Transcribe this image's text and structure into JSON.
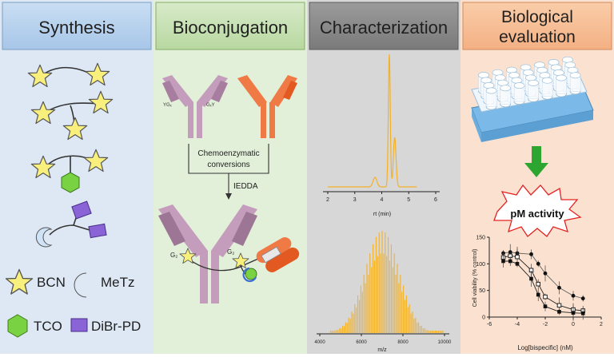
{
  "panels": {
    "synthesis": {
      "title": "Synthesis",
      "bg": "#dde8f4",
      "header_bg": "#b5d1ee"
    },
    "bioconjugation": {
      "title": "Bioconjugation",
      "bg": "#e2efd9",
      "header_bg": "#c8e0b4"
    },
    "characterization": {
      "title": "Characterization",
      "bg": "#d7d7d7",
      "header_bg": "#8a8a8a"
    },
    "evaluation": {
      "title_line1": "Biological",
      "title_line2": "evaluation",
      "bg": "#fbe1cf",
      "header_bg": "#f7be97"
    }
  },
  "legend": {
    "bcn": "BCN",
    "metz": "MeTz",
    "tco": "TCO",
    "dibr": "DiBr-PD"
  },
  "colors": {
    "star": "#f9ef7d",
    "hexagon": "#79d242",
    "purple": "#8a64d6",
    "antibody_purple": "#c39dbb",
    "antibody_orange": "#f07a45",
    "chromatogram": "#f3b128",
    "arrow_green": "#2ca531"
  },
  "bioconjugation": {
    "left_ab_label_left": "YGₓ",
    "left_ab_label_right": "GₓY",
    "box_line1": "Chemoenzymatic",
    "box_line2": "conversions",
    "reaction": "IEDDA",
    "glycan_left": "G₂",
    "glycan_right": "G₂"
  },
  "chromatogram": {
    "x_label": "rt (min)",
    "x_ticks": [
      "2",
      "3",
      "4",
      "5",
      "6"
    ]
  },
  "mass_spec": {
    "x_label": "m/z",
    "x_ticks": [
      "4000",
      "6000",
      "8000",
      "10000"
    ]
  },
  "evaluation": {
    "burst_label": "pM activity"
  },
  "chart_data": {
    "type": "scatter",
    "xlabel": "Log[bispecific] (nM)",
    "ylabel": "Cell viability (% control)",
    "xlim": [
      -6,
      2
    ],
    "ylim": [
      0,
      150
    ],
    "x_ticks": [
      "-6",
      "-4",
      "-2",
      "0",
      "2"
    ],
    "y_ticks": [
      "0",
      "50",
      "100",
      "150"
    ],
    "series": [
      {
        "marker": "circle",
        "x": [
          -5,
          -4.5,
          -4,
          -3,
          -2.5,
          -2,
          -1,
          0,
          0.7
        ],
        "y": [
          120,
          122,
          120,
          118,
          100,
          82,
          55,
          40,
          35
        ]
      },
      {
        "marker": "square",
        "x": [
          -5,
          -4.5,
          -4,
          -3,
          -2.5,
          -2,
          -1,
          0,
          0.7
        ],
        "y": [
          112,
          115,
          113,
          88,
          62,
          38,
          22,
          14,
          12
        ]
      },
      {
        "marker": "square-filled",
        "x": [
          -5,
          -4.5,
          -4,
          -3,
          -2.5,
          -2,
          -1,
          0,
          0.7
        ],
        "y": [
          105,
          105,
          100,
          72,
          42,
          20,
          10,
          8,
          7
        ]
      }
    ]
  }
}
